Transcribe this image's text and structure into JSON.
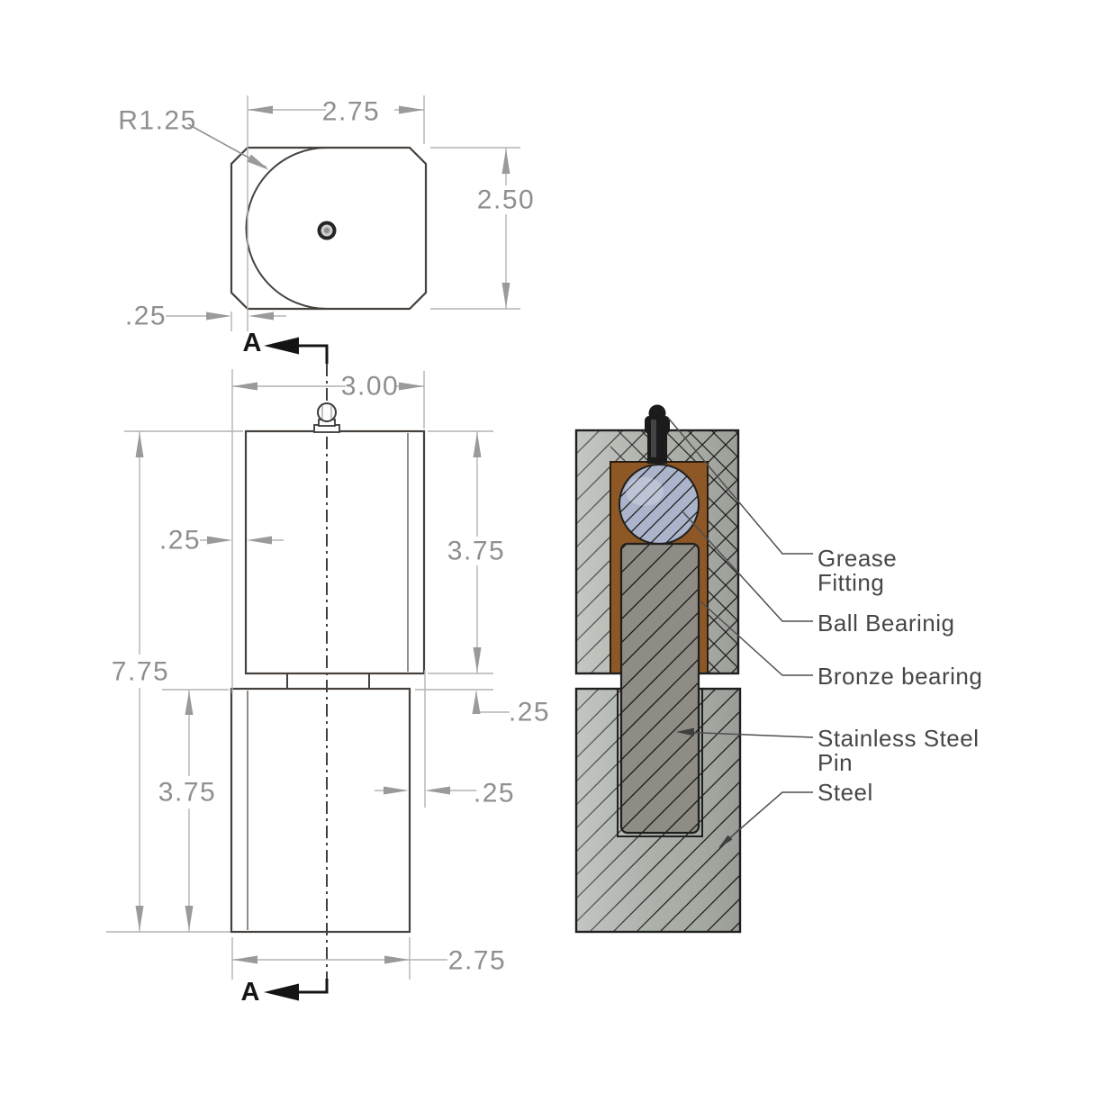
{
  "drawing": {
    "section_marker": "A",
    "top_view": {
      "radius": "R1.25",
      "width": "2.75",
      "height": "2.50",
      "edge_offset": ".25"
    },
    "front_view": {
      "width_top": "3.00",
      "left_offset": ".25",
      "upper_leaf_height": "3.75",
      "overall_height": "7.75",
      "leaf_gap": ".25",
      "right_offset": ".25",
      "lower_leaf_height": "3.75",
      "width_bottom": "2.75"
    },
    "section_view": {
      "grease_fitting_line1": "Grease",
      "grease_fitting_line2": "Fitting",
      "ball_bearing": "Ball Bearinig",
      "bronze_bearing": "Bronze bearing",
      "pin_line1": "Stainless Steel",
      "pin_line2": "Pin",
      "steel": "Steel"
    },
    "colors": {
      "steel_upper": "#a9aca5",
      "steel_lower": "#a6aba4",
      "bronze": "#8e5826",
      "ball_bearing": "#abb4ca",
      "pin": "#8f8c85",
      "grease_fitting": "#1b1b1b",
      "outline": "#46413d",
      "dimension_line": "#b4b4b4",
      "dimension_text": "#8f8f8f",
      "label_text": "#474747"
    }
  }
}
